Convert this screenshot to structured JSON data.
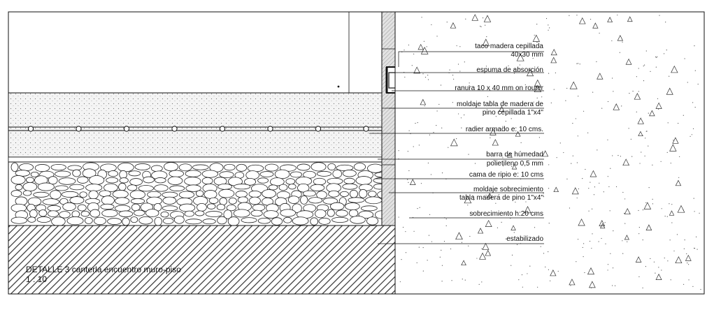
{
  "labels": [
    {
      "id": "taco",
      "lines": [
        "taco madera cepillada",
        "40x30 mm"
      ]
    },
    {
      "id": "espuma",
      "lines": [
        "espuma de absorción"
      ]
    },
    {
      "id": "ranura",
      "lines": [
        "ranura 10 x 40 mm on router"
      ]
    },
    {
      "id": "moldaje-tabla",
      "lines": [
        "moldaje tabla de madera de",
        "pino cepillada 1\"x4\""
      ]
    },
    {
      "id": "radier",
      "lines": [
        "radier armado e: 10 cms."
      ]
    },
    {
      "id": "barra",
      "lines": [
        "barra de húmedad",
        "polietileno 0,5 mm"
      ]
    },
    {
      "id": "cama-ripio",
      "lines": [
        "cama de ripio e: 10 cms"
      ]
    },
    {
      "id": "moldaje-sobrecimiento",
      "lines": [
        "moldaje sobrecimiento",
        "tabla madera de pino  1\"x4\""
      ]
    },
    {
      "id": "sobrecimiento",
      "lines": [
        "sobrecimiento h:20 cms"
      ]
    },
    {
      "id": "estabilizado",
      "lines": [
        "estabilizado"
      ]
    }
  ],
  "title": {
    "line1": "DETALLE 3 canterla encuentro muro-piso",
    "line2": "1 : 10"
  },
  "colors": {
    "line": "#111111",
    "paper": "#ffffff",
    "concrete_fill": "#f1f1f1",
    "hatch": "#333333",
    "wall": "#d8d8d8"
  }
}
